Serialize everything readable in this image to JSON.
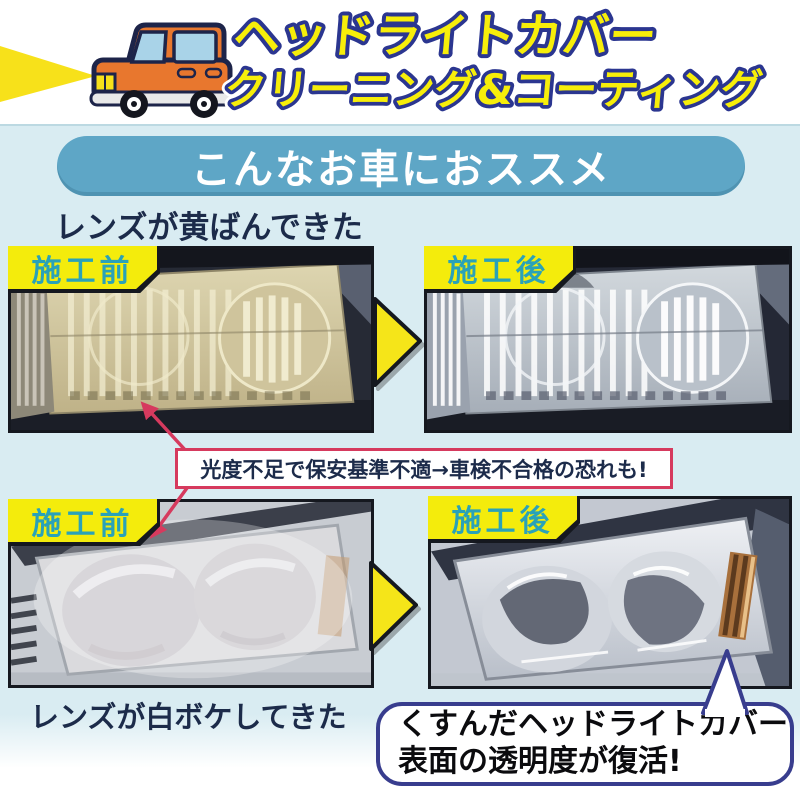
{
  "header": {
    "title_line1": "ヘッドライトカバー",
    "title_line2": "クリーニング&コーティング"
  },
  "banner": {
    "text": "こんなお車におススメ"
  },
  "section_yellowed": {
    "caption": "レンズが黄ばんできた",
    "before_label": "施工前",
    "after_label": "施工後"
  },
  "section_hazy": {
    "caption": "レンズが白ボケしてきた",
    "before_label": "施工前",
    "after_label": "施工後"
  },
  "warning": {
    "text": "光度不足で保安基準不適→車検不合格の恐れも!"
  },
  "bubble": {
    "line1": "くすんだヘッドライトカバー",
    "line2": "表面の透明度が復活!"
  },
  "icons": {
    "car": "orange-car-side-view",
    "beam": "yellow-headlight-beam",
    "arrow_right": "yellow-right-arrow",
    "connector": "red-arrow-connectors",
    "bubble_tail": "speech-bubble-tail"
  },
  "colors": {
    "background_blue": "#d9ecf2",
    "banner_blue": "#5ea6c6",
    "title_yellow": "#f7ee0a",
    "title_outline_blue": "#2b3690",
    "badge_yellow": "#f4ec0c",
    "badge_text_teal": "#2aa2b8",
    "warning_border_red": "#d63a5e",
    "text_navy": "#1c2b4a",
    "bubble_border_navy": "#383d8e",
    "arrow_yellow": "#f5e519",
    "car_orange": "#e8772e"
  }
}
